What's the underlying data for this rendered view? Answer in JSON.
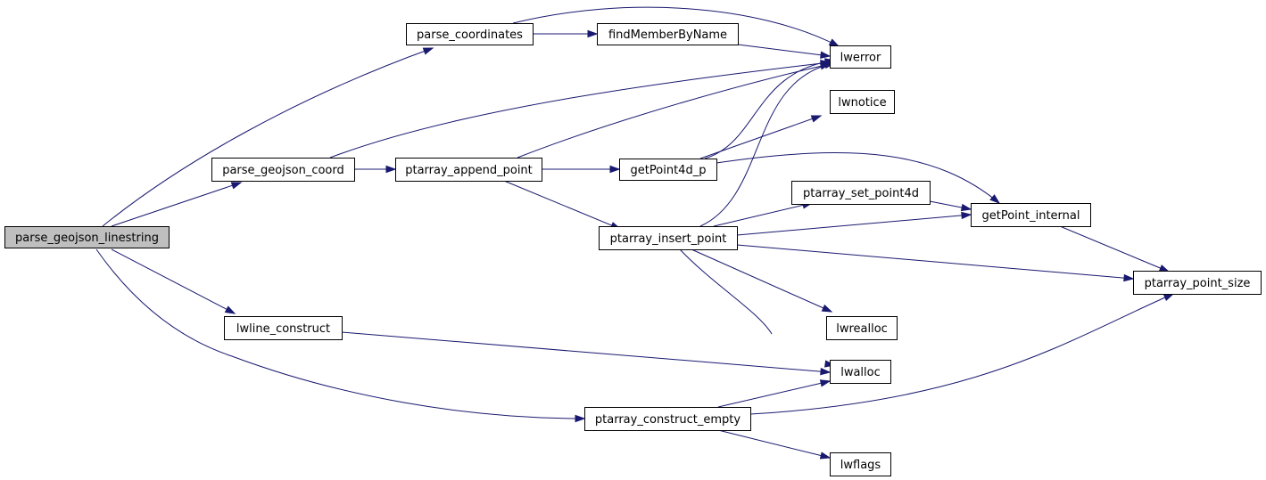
{
  "graph": {
    "nodes": {
      "parse_geojson_linestring": "parse_geojson_linestring",
      "parse_coordinates": "parse_coordinates",
      "findMemberByName": "findMemberByName",
      "lwerror": "lwerror",
      "parse_geojson_coord": "parse_geojson_coord",
      "ptarray_append_point": "ptarray_append_point",
      "lwnotice": "lwnotice",
      "getPoint4d_p": "getPoint4d_p",
      "ptarray_set_point4d": "ptarray_set_point4d",
      "ptarray_insert_point": "ptarray_insert_point",
      "getPoint_internal": "getPoint_internal",
      "ptarray_point_size": "ptarray_point_size",
      "lwline_construct": "lwline_construct",
      "lwrealloc": "lwrealloc",
      "lwalloc": "lwalloc",
      "ptarray_construct_empty": "ptarray_construct_empty",
      "lwflags": "lwflags"
    },
    "root": "parse_geojson_linestring",
    "edges": [
      [
        "parse_geojson_linestring",
        "parse_coordinates"
      ],
      [
        "parse_geojson_linestring",
        "parse_geojson_coord"
      ],
      [
        "parse_geojson_linestring",
        "lwline_construct"
      ],
      [
        "parse_geojson_linestring",
        "ptarray_construct_empty"
      ],
      [
        "parse_coordinates",
        "findMemberByName"
      ],
      [
        "parse_coordinates",
        "lwerror"
      ],
      [
        "findMemberByName",
        "lwerror"
      ],
      [
        "parse_geojson_coord",
        "lwerror"
      ],
      [
        "parse_geojson_coord",
        "ptarray_append_point"
      ],
      [
        "ptarray_append_point",
        "lwerror"
      ],
      [
        "ptarray_append_point",
        "getPoint4d_p"
      ],
      [
        "ptarray_append_point",
        "ptarray_insert_point"
      ],
      [
        "getPoint4d_p",
        "lwerror"
      ],
      [
        "getPoint4d_p",
        "lwnotice"
      ],
      [
        "getPoint4d_p",
        "getPoint_internal"
      ],
      [
        "ptarray_insert_point",
        "lwerror"
      ],
      [
        "ptarray_insert_point",
        "ptarray_set_point4d"
      ],
      [
        "ptarray_insert_point",
        "getPoint_internal"
      ],
      [
        "ptarray_insert_point",
        "ptarray_point_size"
      ],
      [
        "ptarray_insert_point",
        "lwrealloc"
      ],
      [
        "ptarray_insert_point",
        "lwalloc"
      ],
      [
        "ptarray_set_point4d",
        "getPoint_internal"
      ],
      [
        "getPoint_internal",
        "ptarray_point_size"
      ],
      [
        "lwline_construct",
        "lwalloc"
      ],
      [
        "ptarray_construct_empty",
        "lwalloc"
      ],
      [
        "ptarray_construct_empty",
        "ptarray_point_size"
      ],
      [
        "ptarray_construct_empty",
        "lwflags"
      ]
    ],
    "colors": {
      "edge": "#191970",
      "node_fill": "#ffffff",
      "root_fill": "#bfbfbf",
      "node_stroke": "#000000"
    }
  }
}
